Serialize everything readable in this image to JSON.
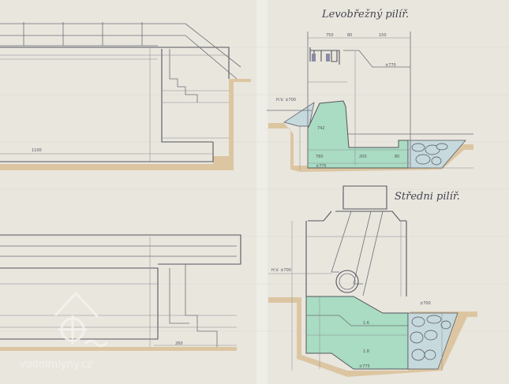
{
  "drawing": {
    "title_top": "Levobřežný pilíř.",
    "title_bottom": "Středni pilíř.",
    "watermark": "vodnimlyny.cz",
    "top_dims": [
      "750",
      "80",
      "150",
      "±770",
      "1100",
      "742",
      "780",
      "200",
      "80",
      "±775",
      "H.V. ±700"
    ],
    "bottom_dims": [
      "H.V. ±700",
      "1.6",
      "1.8",
      "±700",
      "260",
      "±775"
    ],
    "colors": {
      "paper": "#e9e6de",
      "concrete": "#a9dcc2",
      "soil": "#dcc6a2",
      "stone": "#c6d9dc"
    }
  }
}
